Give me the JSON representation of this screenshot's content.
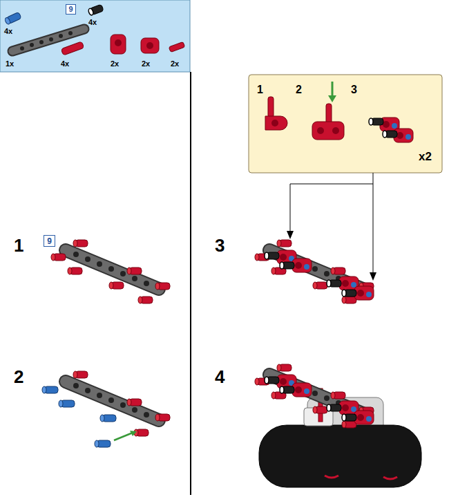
{
  "diagram": {
    "nodes": [
      {
        "text": [
          "4x",
          "4x",
          "1x",
          "4x",
          "2x",
          "2x",
          "2x"
        ]
      },
      {
        "text": [
          "9"
        ],
        "in": 0
      },
      {
        "text": [
          "9"
        ]
      },
      {
        "text": [
          "1",
          "2",
          "3",
          "x2"
        ]
      }
    ],
    "labels": [
      "1",
      "2",
      "3",
      "4"
    ]
  }
}
